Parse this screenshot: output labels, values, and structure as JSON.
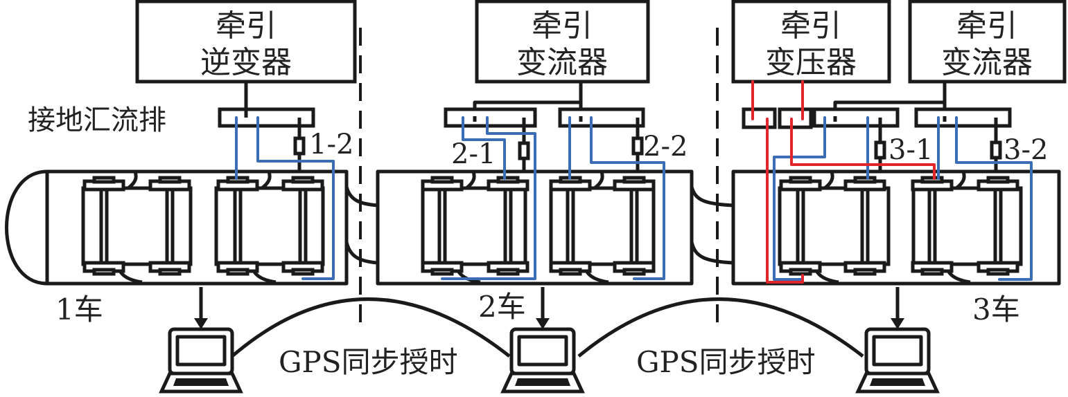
{
  "equipment": [
    {
      "line1": "牵引",
      "line2": "逆变器"
    },
    {
      "line1": "牵引",
      "line2": "变流器"
    },
    {
      "line1": "牵引",
      "line2": "变压器"
    },
    {
      "line1": "牵引",
      "line2": "变流器"
    }
  ],
  "busbar_label": "接地汇流排",
  "resistors": [
    "1-2",
    "2-1",
    "2-2",
    "3-1",
    "3-2"
  ],
  "cars": [
    "1车",
    "2车",
    "3车"
  ],
  "gps_label": "GPS同步授时",
  "colors": {
    "blue_wire": "#3b6db5",
    "red_wire": "#e0262b",
    "line": "#1a1a1a"
  }
}
